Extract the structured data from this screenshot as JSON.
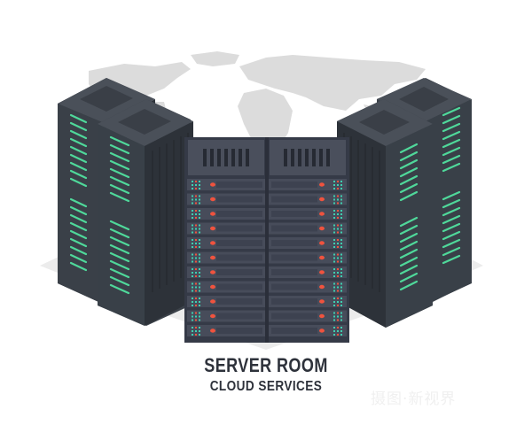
{
  "illustration": {
    "title": "SERVER ROOM",
    "subtitle": "CLOUD SERVICES",
    "watermark": "摄图·新视界",
    "colors": {
      "background": "#ffffff",
      "map": "#dcdcdc",
      "floor": "#ececec",
      "rack_dark": "#353b43",
      "rack_mid": "#434a53",
      "rack_light": "#4e5560",
      "front_rack": "#3a3f4c",
      "front_unit": "#474c5a",
      "green_led": "#4fd89a",
      "red_led": "#f0533e",
      "teal_led": "#3fcfb0",
      "text": "#2e323b"
    },
    "front_rack_units": 11,
    "side_tower_groups": 2
  }
}
